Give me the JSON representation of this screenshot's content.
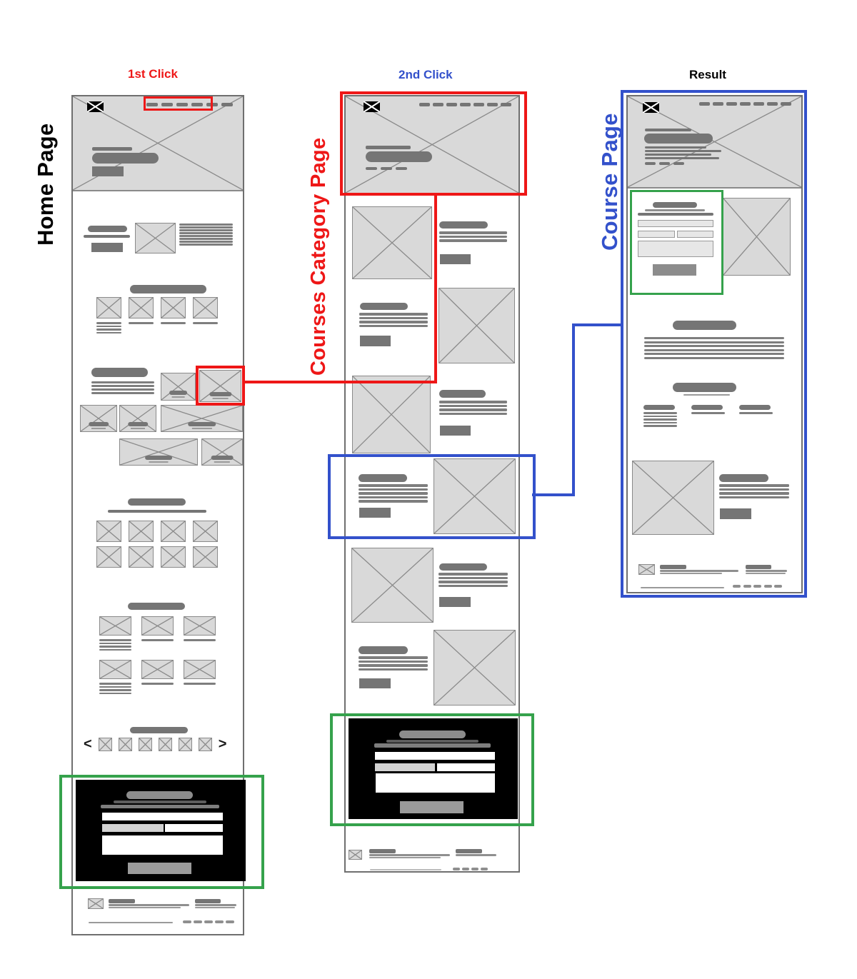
{
  "labels": {
    "home_page": "Home Page",
    "first_click": "1st Click",
    "courses_category_page": "Courses Category Page",
    "second_click": "2nd Click",
    "course_page": "Course Page",
    "result": "Result",
    "carousel_prev": "<",
    "carousel_next": ">"
  },
  "colors": {
    "first_click_red": "#ee1717",
    "second_click_blue": "#3351cb",
    "result_black": "#000000",
    "highlight_green": "#35a24c",
    "wireframe_fill": "#d9d9d9",
    "wireframe_stroke": "#8a8a8a",
    "wireframe_bar": "#757575"
  }
}
